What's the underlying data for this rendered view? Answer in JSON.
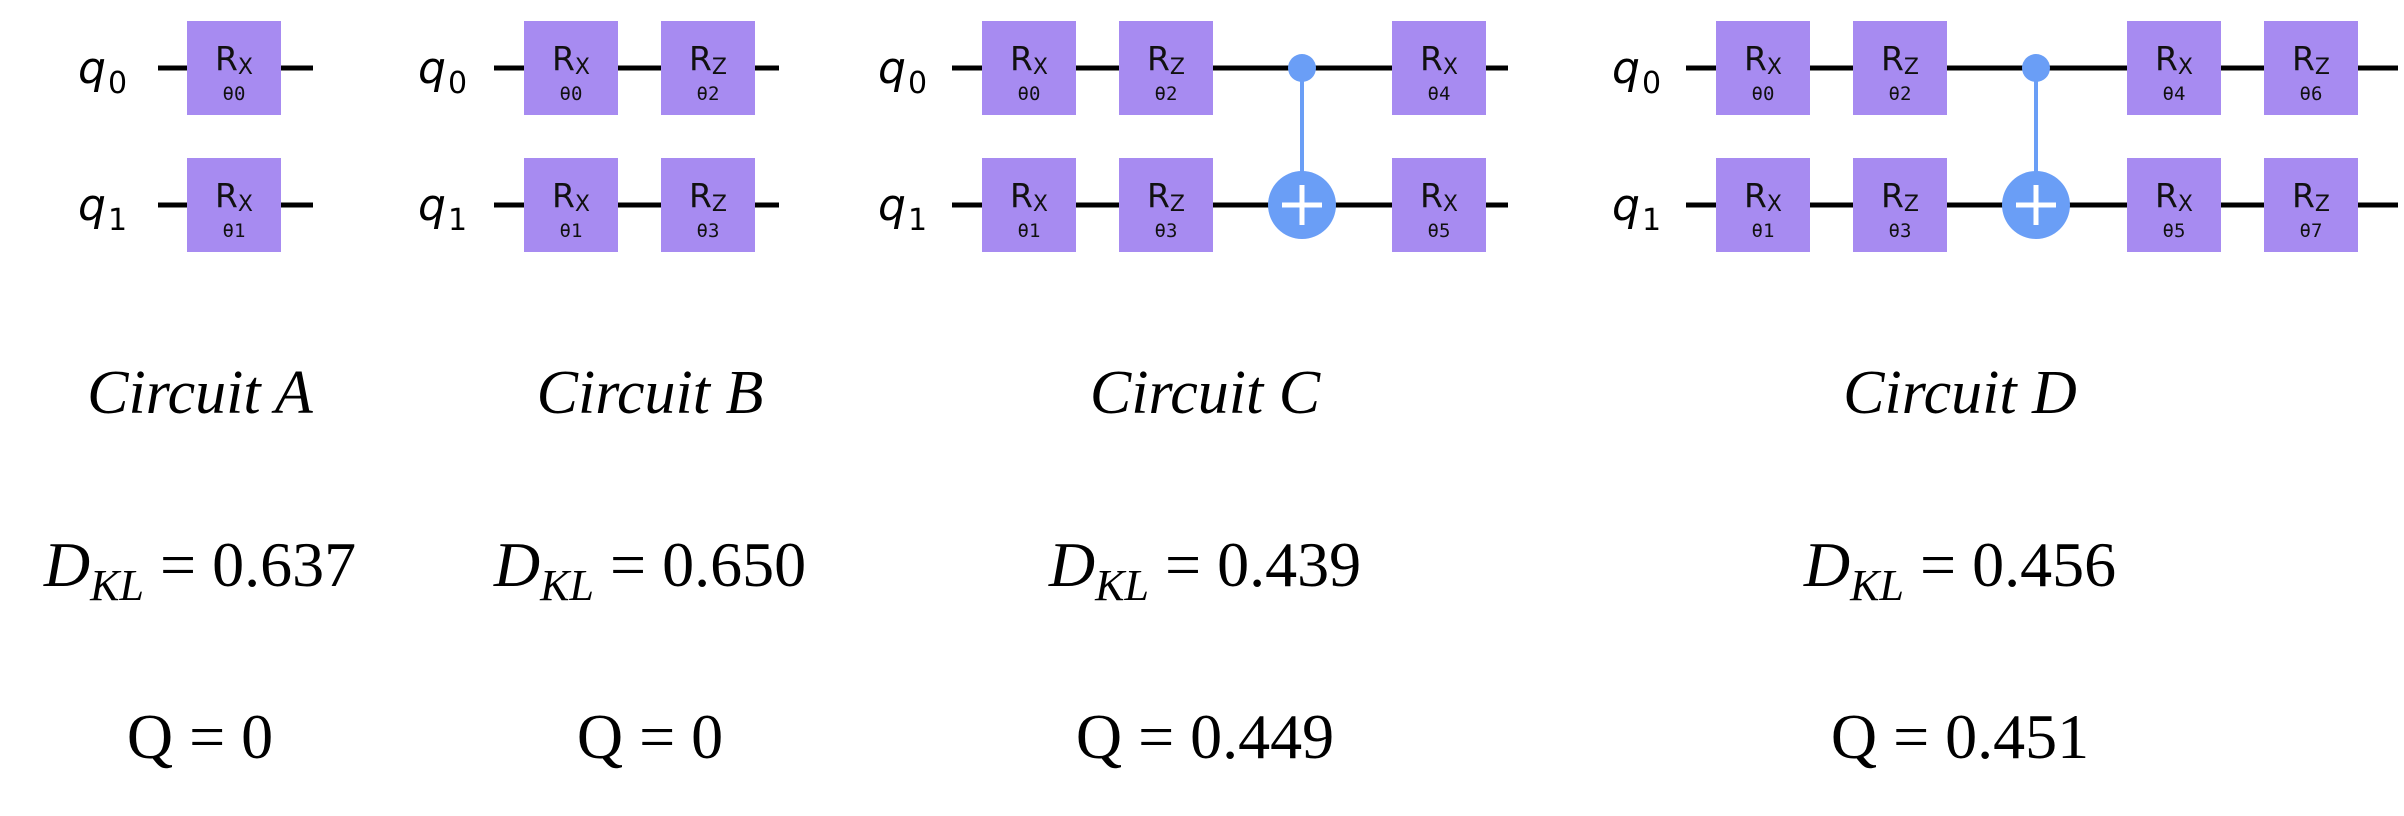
{
  "colors": {
    "gate": "#a78bf1",
    "control": "#6a9ef6",
    "wire": "#000000",
    "text": "#000000"
  },
  "qubit_labels": [
    {
      "base": "q",
      "index": "0"
    },
    {
      "base": "q",
      "index": "1"
    }
  ],
  "circuits": [
    {
      "title": "Circuit A",
      "dkl_symbol": "D",
      "dkl_sub": "KL",
      "dkl_value": "= 0.637",
      "q_text": "Q = 0",
      "gates": [
        {
          "qubit": 0,
          "name": "R",
          "sub": "X",
          "param": "θ0"
        },
        {
          "qubit": 1,
          "name": "R",
          "sub": "X",
          "param": "θ1"
        }
      ]
    },
    {
      "title": "Circuit B",
      "dkl_symbol": "D",
      "dkl_sub": "KL",
      "dkl_value": "= 0.650",
      "q_text": "Q = 0",
      "gates": [
        {
          "qubit": 0,
          "name": "R",
          "sub": "X",
          "param": "θ0"
        },
        {
          "qubit": 0,
          "name": "R",
          "sub": "Z",
          "param": "θ2"
        },
        {
          "qubit": 1,
          "name": "R",
          "sub": "X",
          "param": "θ1"
        },
        {
          "qubit": 1,
          "name": "R",
          "sub": "Z",
          "param": "θ3"
        }
      ]
    },
    {
      "title": "Circuit C",
      "dkl_symbol": "D",
      "dkl_sub": "KL",
      "dkl_value": "= 0.439",
      "q_text": "Q = 0.449",
      "gates": [
        {
          "qubit": 0,
          "name": "R",
          "sub": "X",
          "param": "θ0"
        },
        {
          "qubit": 0,
          "name": "R",
          "sub": "Z",
          "param": "θ2"
        },
        {
          "qubit": 1,
          "name": "R",
          "sub": "X",
          "param": "θ1"
        },
        {
          "qubit": 1,
          "name": "R",
          "sub": "Z",
          "param": "θ3"
        },
        {
          "qubit": 0,
          "name": "R",
          "sub": "X",
          "param": "θ4"
        },
        {
          "qubit": 1,
          "name": "R",
          "sub": "X",
          "param": "θ5"
        }
      ],
      "cnot": {
        "control": 0,
        "target": 1
      }
    },
    {
      "title": "Circuit D",
      "dkl_symbol": "D",
      "dkl_sub": "KL",
      "dkl_value": "= 0.456",
      "q_text": "Q = 0.451",
      "gates": [
        {
          "qubit": 0,
          "name": "R",
          "sub": "X",
          "param": "θ0"
        },
        {
          "qubit": 0,
          "name": "R",
          "sub": "Z",
          "param": "θ2"
        },
        {
          "qubit": 1,
          "name": "R",
          "sub": "X",
          "param": "θ1"
        },
        {
          "qubit": 1,
          "name": "R",
          "sub": "Z",
          "param": "θ3"
        },
        {
          "qubit": 0,
          "name": "R",
          "sub": "X",
          "param": "θ4"
        },
        {
          "qubit": 0,
          "name": "R",
          "sub": "Z",
          "param": "θ6"
        },
        {
          "qubit": 1,
          "name": "R",
          "sub": "X",
          "param": "θ5"
        },
        {
          "qubit": 1,
          "name": "R",
          "sub": "Z",
          "param": "θ7"
        }
      ],
      "cnot": {
        "control": 0,
        "target": 1
      }
    }
  ]
}
